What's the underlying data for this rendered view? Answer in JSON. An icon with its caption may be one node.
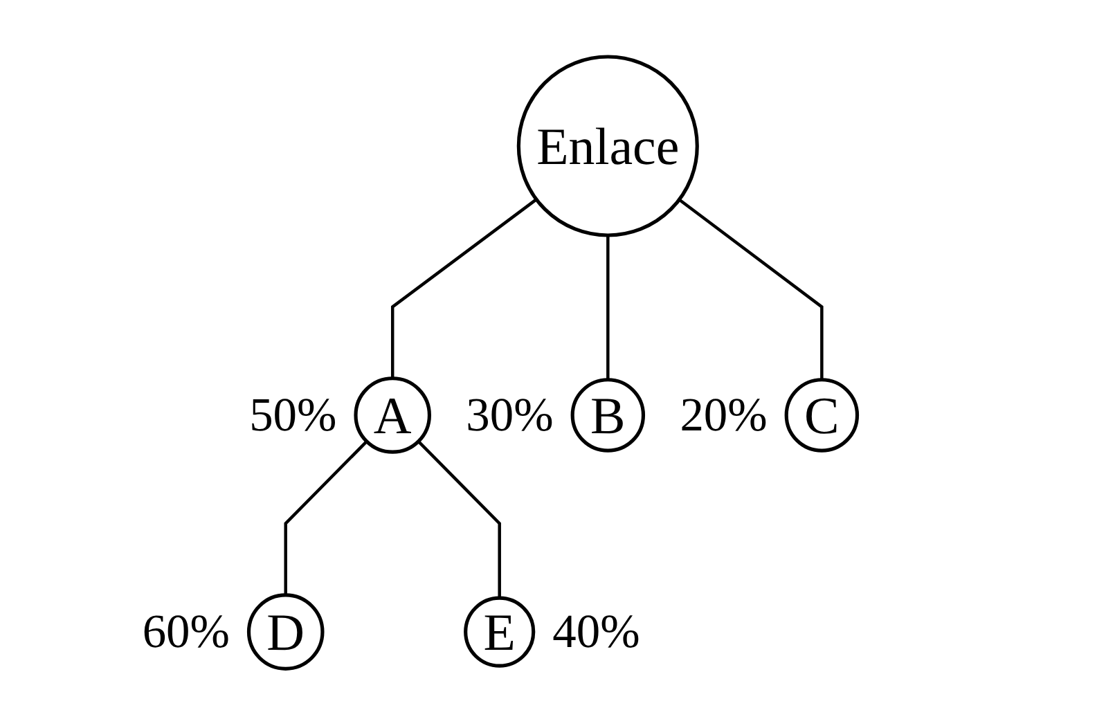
{
  "diagram": {
    "nodes": [
      {
        "text": [
          "Enlace"
        ]
      },
      {
        "text": [
          "A"
        ],
        "beside": [
          "50%"
        ]
      },
      {
        "text": [
          "B"
        ],
        "beside": [
          "30%"
        ]
      },
      {
        "text": [
          "C"
        ],
        "beside": [
          "20%"
        ]
      },
      {
        "text": [
          "D"
        ],
        "beside": [
          "60%"
        ]
      },
      {
        "text": [
          "E"
        ],
        "beside": [
          "40%"
        ]
      }
    ],
    "edges": [
      {
        "from": 0,
        "to": 1,
        "arrow": "none"
      },
      {
        "from": 0,
        "to": 2,
        "arrow": "none"
      },
      {
        "from": 0,
        "to": 3,
        "arrow": "none"
      },
      {
        "from": 1,
        "to": 4,
        "arrow": "none"
      },
      {
        "from": 1,
        "to": 5,
        "arrow": "none"
      }
    ]
  }
}
